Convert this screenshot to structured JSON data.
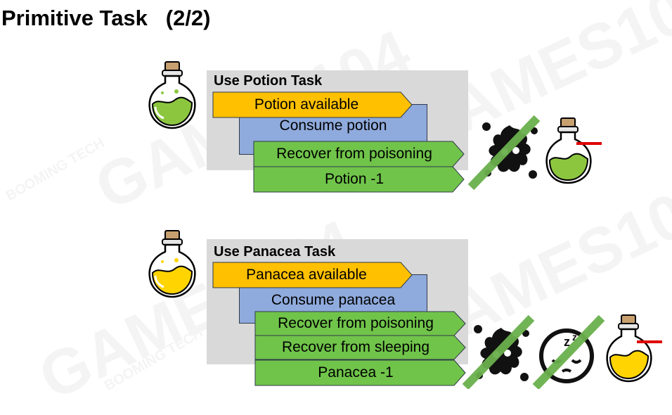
{
  "slide": {
    "title": "Primitive Task   (2/2)"
  },
  "watermark": {
    "primary": "GAMES104",
    "secondary": "BOOMING TECH"
  },
  "tasks": [
    {
      "title": "Use Potion Task",
      "precondition": "Potion available",
      "operator": "Consume potion",
      "effects": [
        "Recover from poisoning",
        "Potion -1"
      ]
    },
    {
      "title": "Use Panacea Task",
      "precondition": "Panacea available",
      "operator": "Consume panacea",
      "effects": [
        "Recover from poisoning",
        "Recover from sleeping",
        "Panacea -1"
      ]
    }
  ],
  "colors": {
    "precondition": "#ffc000",
    "operator": "#8faadc",
    "effect": "#70c44a",
    "box": "#d9d9d9",
    "potion_liquid": "#8cc63f",
    "panacea_liquid": "#ffd400",
    "strike": "#6ab04c",
    "minus": "#e00000"
  }
}
